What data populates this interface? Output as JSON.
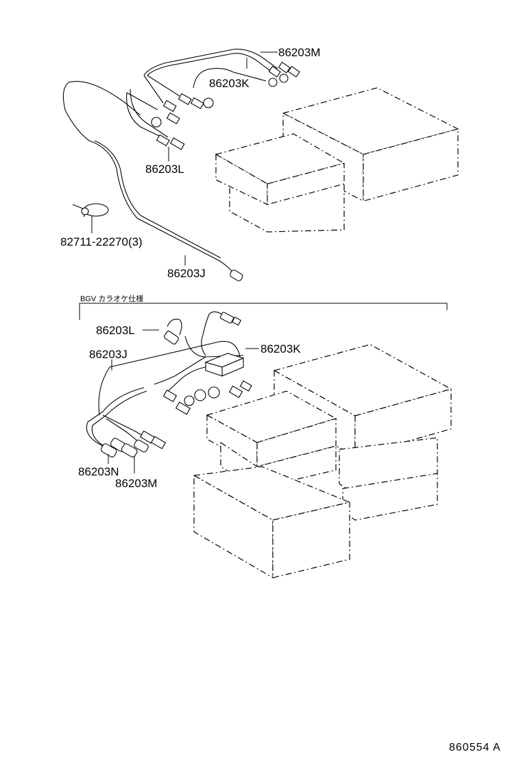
{
  "top_section": {
    "labels": {
      "part_m": "86203M",
      "part_k": "86203K",
      "part_l": "86203L",
      "clamp": "82711-22270(3)",
      "part_j": "86203J"
    }
  },
  "bottom_section": {
    "group_title": "BGV カラオケ仕様",
    "labels": {
      "part_l": "86203L",
      "part_k": "86203K",
      "part_j": "86203J",
      "part_n": "86203N",
      "part_m": "86203M"
    }
  },
  "diagram_code": "860554 A"
}
